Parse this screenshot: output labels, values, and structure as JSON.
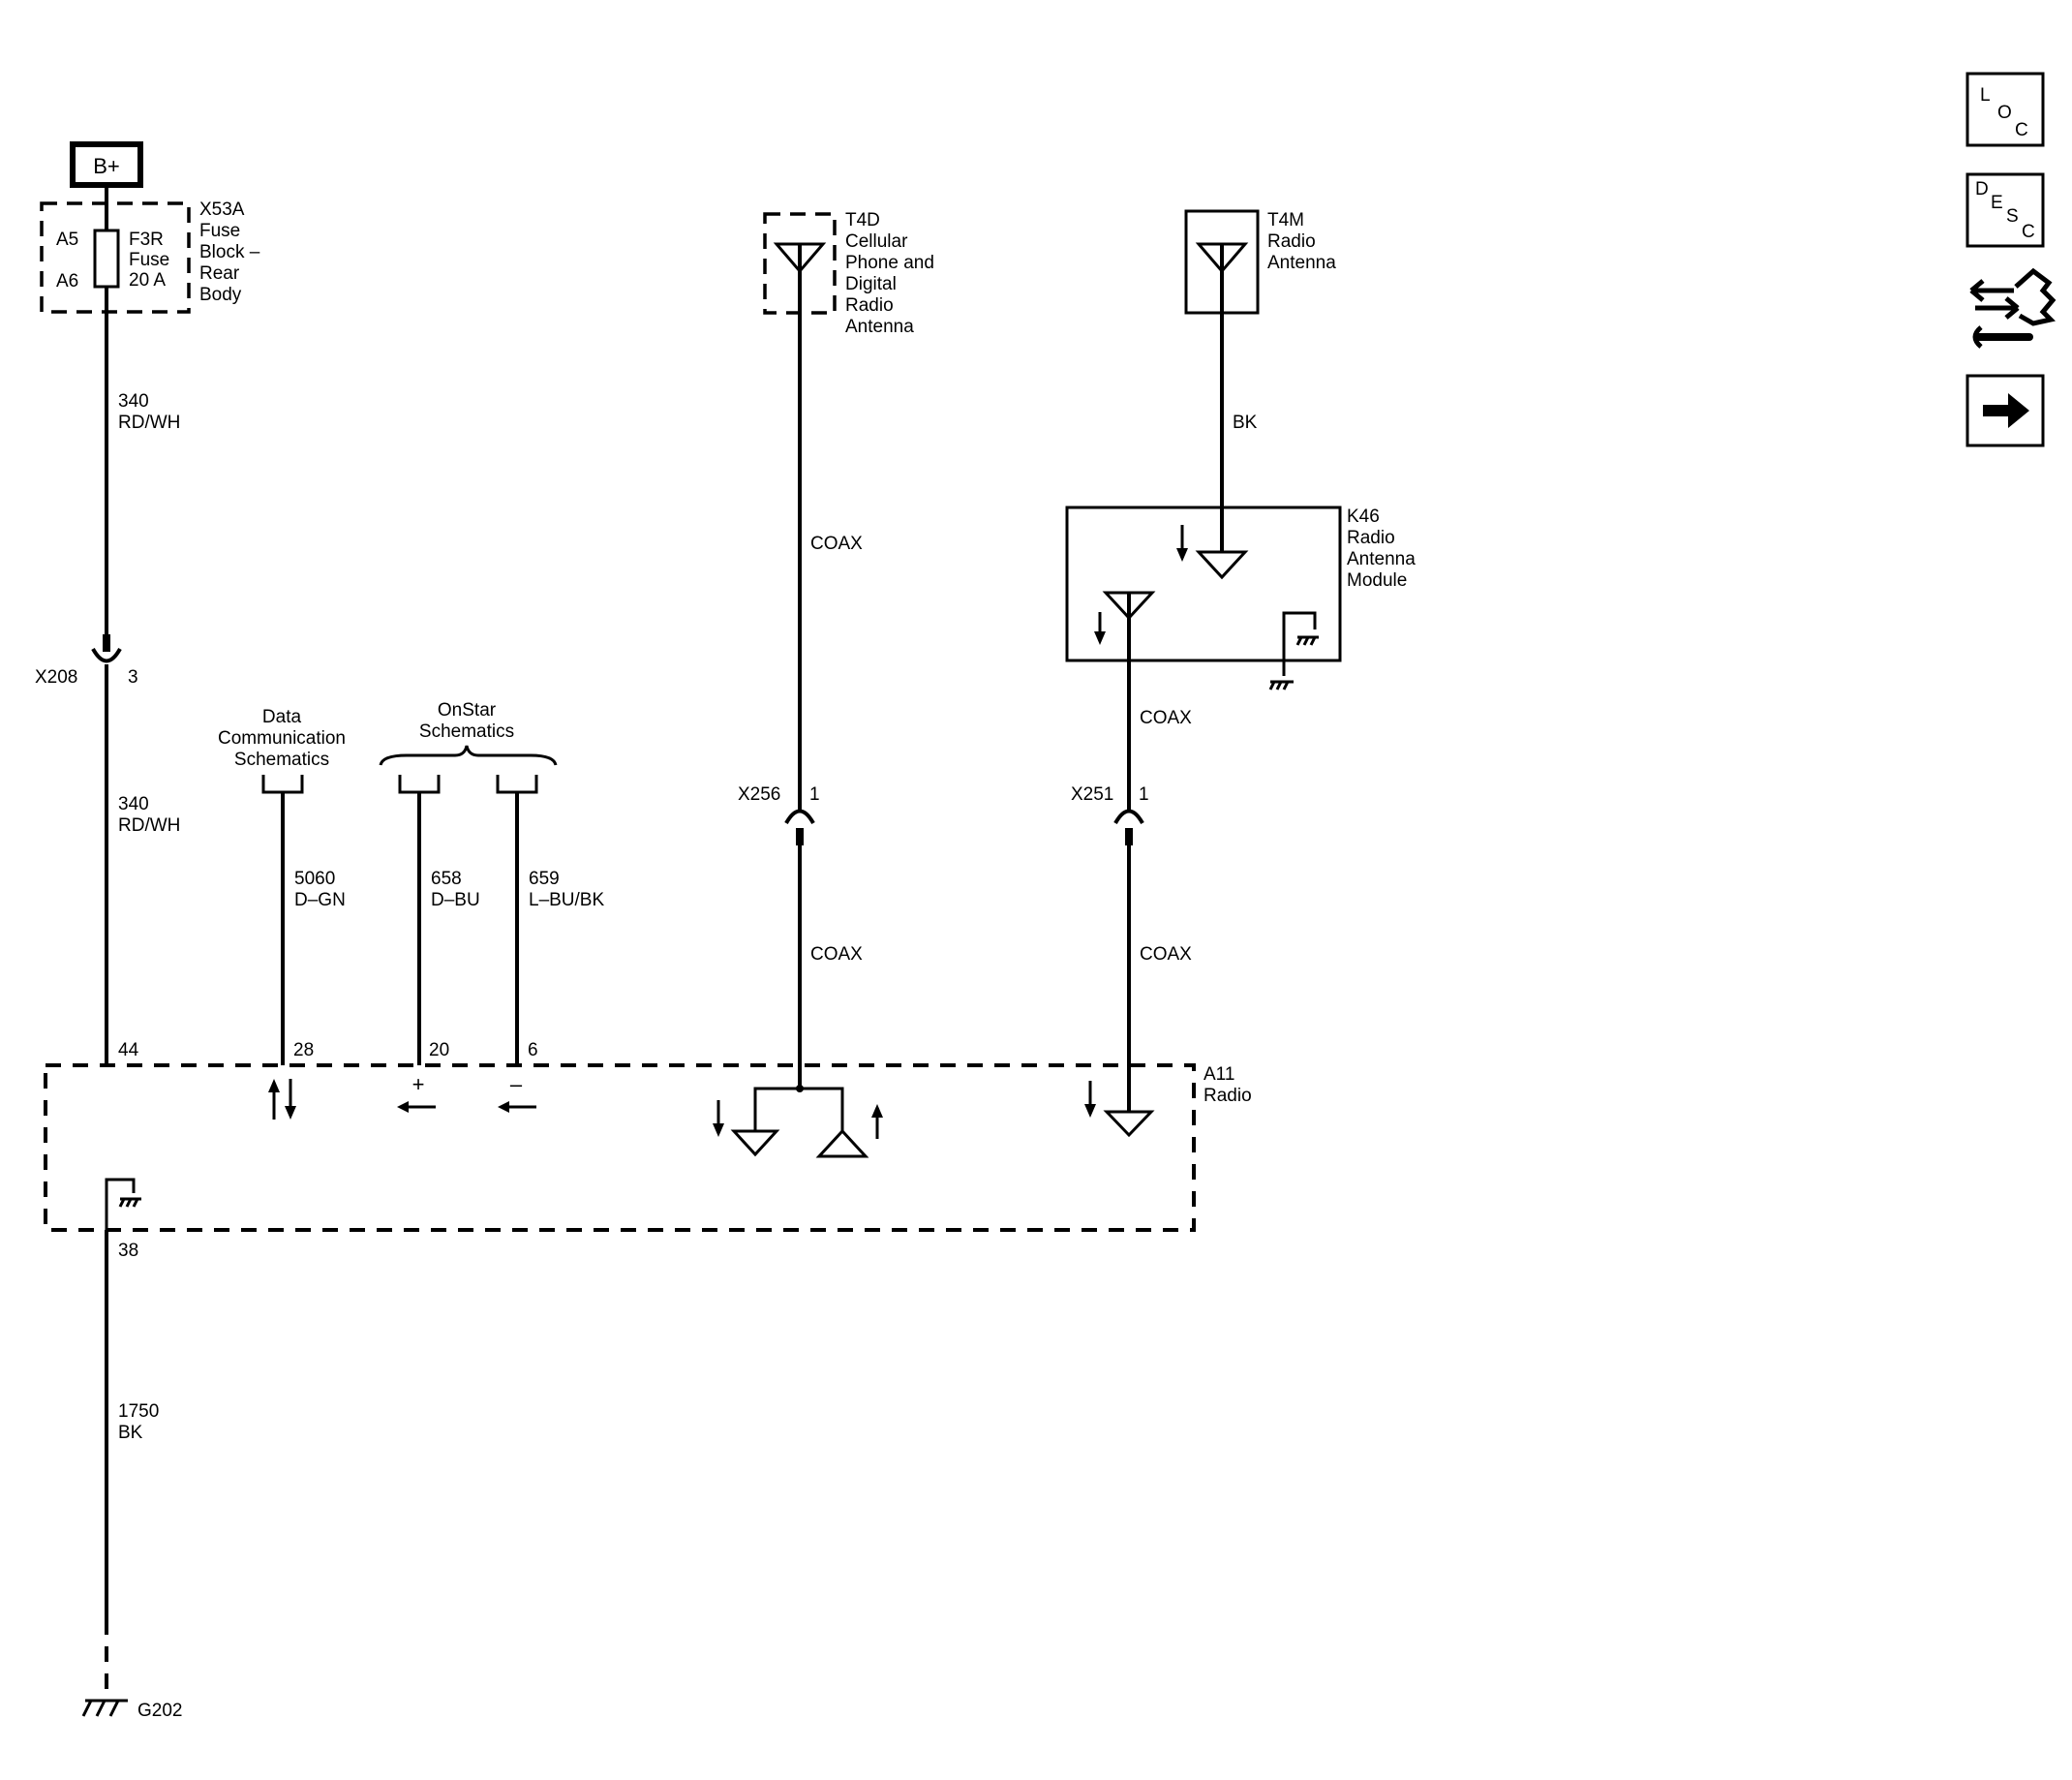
{
  "power": {
    "label": "B+"
  },
  "fuse_block": {
    "pin_top": "A5",
    "pin_bottom": "A6",
    "fuse_id": "F3R",
    "fuse_word": "Fuse",
    "fuse_rating": "20 A",
    "name_lines": [
      "X53A",
      "Fuse",
      "Block –",
      "Rear",
      "Body"
    ]
  },
  "wire_top": {
    "circuit": "340",
    "color": "RD/WH"
  },
  "x208": {
    "id": "X208",
    "pin": "3"
  },
  "wire_mid": {
    "circuit": "340",
    "color": "RD/WH"
  },
  "data_comm": {
    "lines": [
      "Data",
      "Communication",
      "Schematics"
    ]
  },
  "onstar": {
    "lines": [
      "OnStar",
      "Schematics"
    ]
  },
  "wire_5060": {
    "circuit": "5060",
    "color": "D–GN"
  },
  "wire_658": {
    "circuit": "658",
    "color": "D–BU"
  },
  "wire_659": {
    "circuit": "659",
    "color": "L–BU/BK"
  },
  "radio_pins": {
    "p44": "44",
    "p28": "28",
    "p20": "20",
    "p6": "6",
    "p38": "38"
  },
  "radio": {
    "lines": [
      "A11",
      "Radio"
    ],
    "plus": "+",
    "minus": "–"
  },
  "t4d": {
    "lines": [
      "T4D",
      "Cellular",
      "Phone and",
      "Digital",
      "Radio",
      "Antenna"
    ]
  },
  "t4m": {
    "lines": [
      "T4M",
      "Radio",
      "Antenna"
    ]
  },
  "k46": {
    "lines": [
      "K46",
      "Radio",
      "Antenna",
      "Module"
    ]
  },
  "wires": {
    "coax": "COAX",
    "bk": "BK"
  },
  "x256": {
    "id": "X256",
    "pin": "1"
  },
  "x251": {
    "id": "X251",
    "pin": "1"
  },
  "ground_wire": {
    "circuit": "1750",
    "color": "BK"
  },
  "ground": {
    "id": "G202"
  },
  "side_buttons": {
    "loc": [
      "L",
      "O",
      "C"
    ],
    "desc": [
      "D",
      "E",
      "S",
      "C"
    ]
  }
}
